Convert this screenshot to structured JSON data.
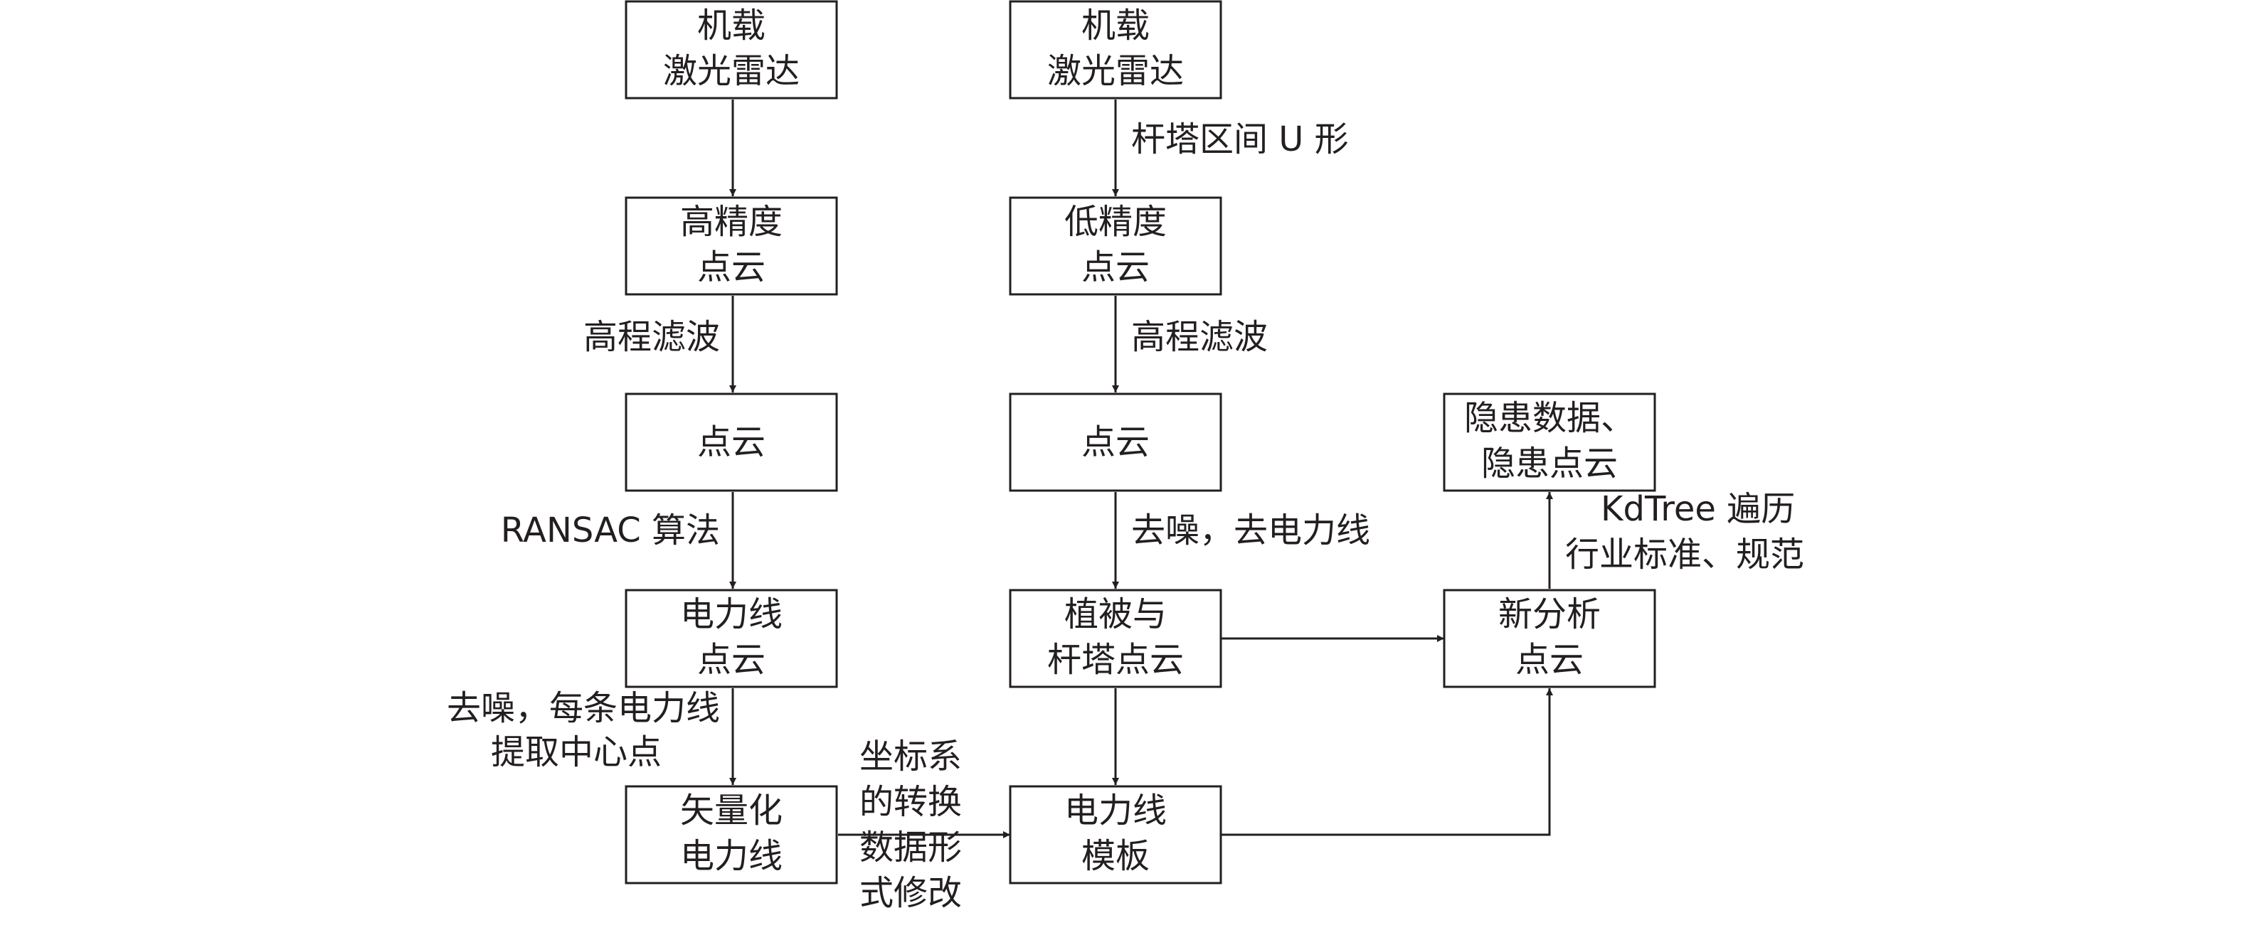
{
  "nodes": {
    "lidar_left": [
      "机载",
      "激光雷达"
    ],
    "hp_cloud": [
      "高精度",
      "点云"
    ],
    "cloud_left": [
      "点云"
    ],
    "powerline_cloud": [
      "电力线",
      "点云"
    ],
    "vector_powerline": [
      "矢量化",
      "电力线"
    ],
    "lidar_right": [
      "机载",
      "激光雷达"
    ],
    "lp_cloud": [
      "低精度",
      "点云"
    ],
    "cloud_right": [
      "点云"
    ],
    "veg_tower_cloud": [
      "植被与",
      "杆塔点云"
    ],
    "powerline_template": [
      "电力线",
      "模板"
    ],
    "new_analysis": [
      "新分析",
      "点云"
    ],
    "hazard_data": [
      "隐患数据、",
      "隐患点云"
    ]
  },
  "labels": {
    "elev_filter_left": [
      "高程滤波"
    ],
    "ransac": [
      "RANSAC 算法"
    ],
    "denoise_center": [
      "去噪，每条电力线",
      "提取中心点"
    ],
    "coord_convert": [
      "坐标系",
      "的转换",
      "数据形",
      "式修改"
    ],
    "tower_u": [
      "杆塔区间 U 形"
    ],
    "elev_filter_right": [
      "高程滤波"
    ],
    "denoise_powerline": [
      "去噪，去电力线"
    ],
    "kdtree": [
      "KdTree 遍历",
      "行业标准、规范"
    ]
  }
}
